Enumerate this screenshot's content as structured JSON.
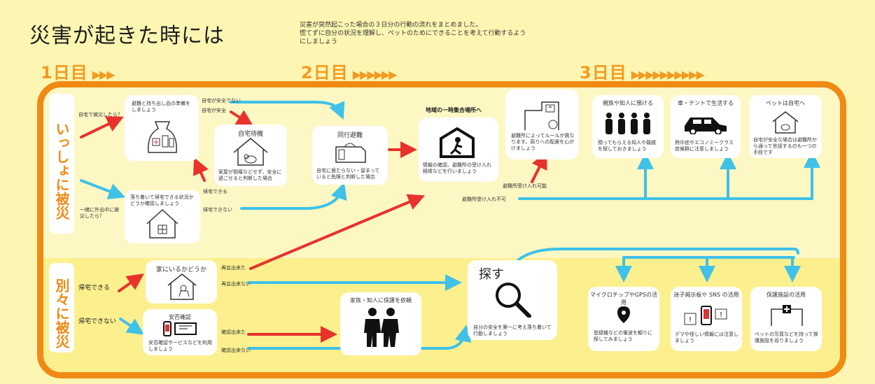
{
  "title": "災害が起きた時には",
  "intro": [
    "災害が突然起こった場合の３日分の行動の流れをまとめました。",
    "慌てずに自分の状況を理解し、ペットのためにできることを考えて行動するよう",
    "にしましょう"
  ],
  "days": [
    {
      "label": "1日目",
      "arrows": "▶▶▶"
    },
    {
      "label": "2日目",
      "arrows": "▶▶▶▶▶▶"
    },
    {
      "label": "3日目",
      "arrows": "▶▶▶▶▶▶▶▶▶▶"
    }
  ],
  "sections": {
    "together": "いっしょに被災",
    "separate": "別々に被災"
  },
  "labels": {
    "at_home": "自宅で被災したら？",
    "outing": "一緒に外出中に被災したら？",
    "home_unsafe": "自宅が安全でない",
    "home_safe": "自宅が安全",
    "can_return": "帰宅できる",
    "cannot_return": "帰宅できない",
    "accepted": "避難所受け入れ可能",
    "not_accepted": "避難所受け入れ不可",
    "could_go_home": "帰宅できる",
    "could_not_go_home": "帰宅できない",
    "met": "再会出来た",
    "not_met": "再会出来ない",
    "confirmed": "確認出来た",
    "not_confirmed": "確認出来ない"
  },
  "cards": {
    "prepare": {
      "text": "避難と持ち出し品の準備をしましょう"
    },
    "wait": {
      "title": "自宅待機",
      "text": "家屋が倒壊などせず、安全に過ごせると判断した場合"
    },
    "check": {
      "text": "落ち着いて帰宅できる状況かどうか確認しましょう"
    },
    "evacuate": {
      "title": "同行避難",
      "text": "自宅に居たらない・留まっていると危険と判断した場合"
    },
    "assembly": {
      "heading": "地域の一時集合場所へ",
      "text": "情報の確認、避難所の受け入れ経緯などを行いましょう"
    },
    "shelter": {
      "text": "避難所によってルールが異なります。周りへの配慮を心がけましょう"
    },
    "relatives": {
      "title": "親族や知人に預ける",
      "text": "預ってもらえる知人や親戚を探しておきましょう"
    },
    "car": {
      "title": "車・テントで生活する",
      "text": "熱中症やエコノミークラス症候群に注意しましょう"
    },
    "pet_home": {
      "title": "ペットは自宅へ",
      "text": "自宅が安全な場合は避難所から通って世話するのも一つの手段です"
    },
    "at_home_check": {
      "title": "家にいるかどうか"
    },
    "safety": {
      "title": "安否確認",
      "text": "安否確認サービスなどを利用しましょう"
    },
    "entrust": {
      "title": "家族・知人に保護を依頼"
    },
    "search": {
      "title": "探す",
      "text": "自分の安全を第一に考え落ち着いて行動しましょう"
    },
    "microchip": {
      "title": "マイクロチップやGPSの活用",
      "text": "登録機などの電波を頼りに探してみましょう"
    },
    "sns": {
      "title": "迷子掲示板や SNS の活用",
      "text": "デマや怪しい情報には注意しましょう"
    },
    "protect": {
      "title": "保護施設の活用",
      "text": "ペットの写真などを持って保護施設を巡りましょう"
    }
  },
  "colors": {
    "orange": "#f08a14",
    "red": "#e8322c",
    "blue": "#3fc1e8",
    "yellow": "#fcf08e"
  }
}
